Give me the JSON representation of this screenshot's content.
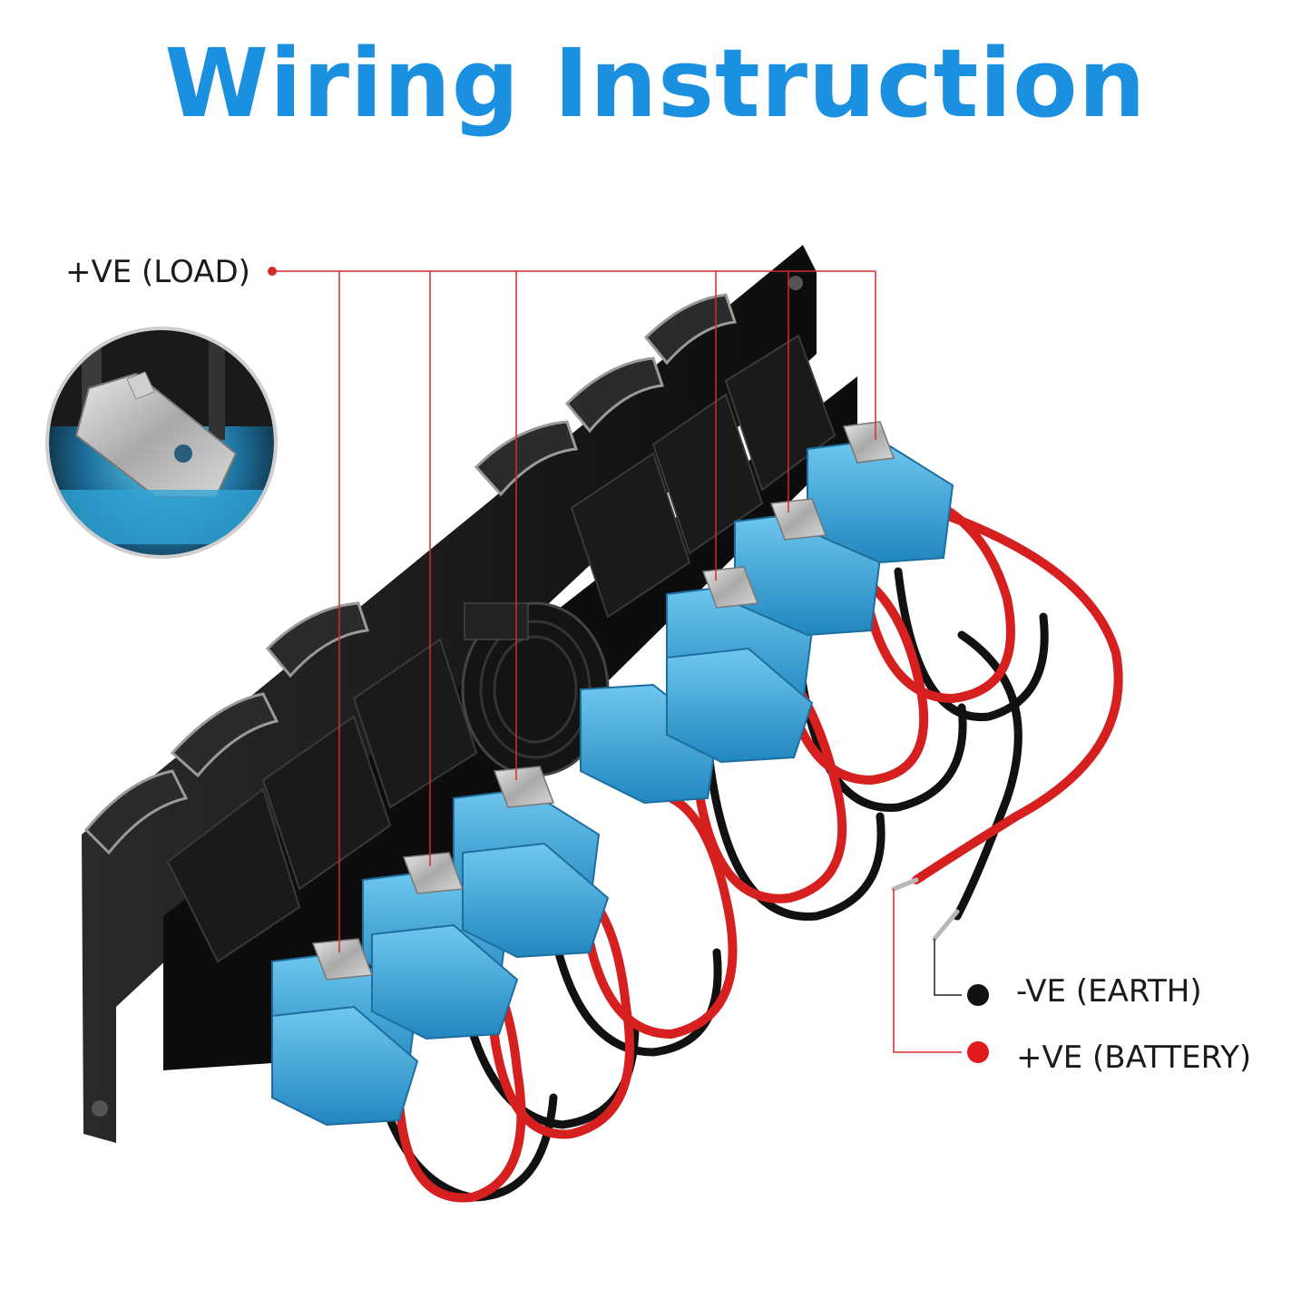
{
  "title": "Wiring Instruction",
  "labels": {
    "load": "+VE (LOAD)",
    "earth": "-VE (EARTH)",
    "battery": "+VE (BATTERY)"
  },
  "colors": {
    "title": "#1b8fe0",
    "leader_line": "#d42b2b",
    "positive_wire": "#d61f1f",
    "negative_wire": "#111111",
    "connector": "#3aa7dc",
    "panel": "#161616"
  },
  "switch_count": 6,
  "connector_icon": "spade-terminal-icon"
}
